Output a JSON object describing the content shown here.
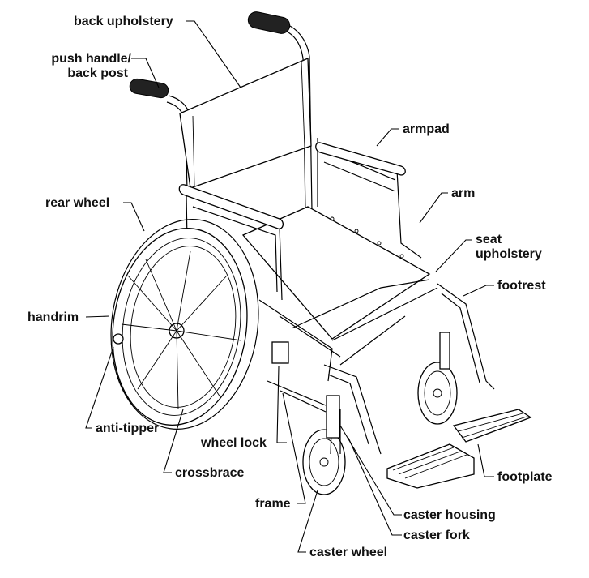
{
  "labels": {
    "back_upholstery": "back upholstery",
    "push_handle_line1": "push handle/",
    "push_handle_line2": "back post",
    "armpad": "armpad",
    "rear_wheel": "rear wheel",
    "arm": "arm",
    "seat_upholstery_line1": "seat",
    "seat_upholstery_line2": "upholstery",
    "footrest": "footrest",
    "handrim": "handrim",
    "anti_tipper": "anti-tipper",
    "wheel_lock": "wheel lock",
    "crossbrace": "crossbrace",
    "frame": "frame",
    "footplate": "footplate",
    "caster_housing": "caster housing",
    "caster_fork": "caster fork",
    "caster_wheel": "caster wheel"
  },
  "colors": {
    "ink": "#000000",
    "background": "#ffffff"
  }
}
